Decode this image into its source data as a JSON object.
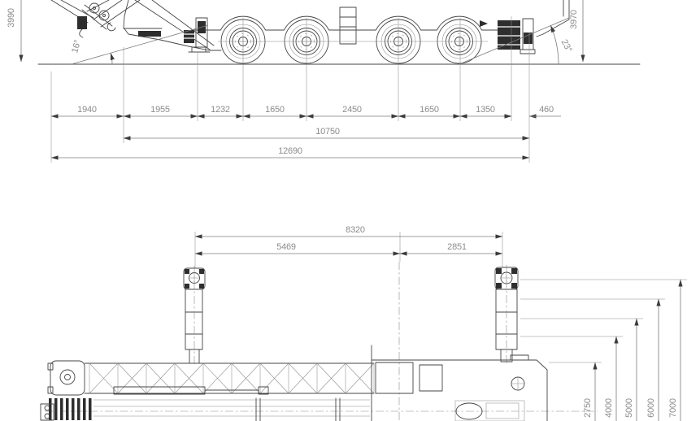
{
  "colors": {
    "background": "#ffffff",
    "drawing_line": "#454545",
    "dimension_line": "#7b7b7b",
    "dimension_text": "#8c8c8c",
    "dark_fill": "#2e2e2e"
  },
  "side_view": {
    "overall_height_left": "3990",
    "overall_height_right": "3970",
    "approach_angle": "16°",
    "departure_angle": "23°",
    "segments": [
      "1940",
      "1955",
      "1232",
      "1650",
      "2450",
      "1650",
      "1350",
      "460"
    ],
    "outrigger_base_length": "10750",
    "overall_length": "12690"
  },
  "plan_view": {
    "outrigger_span_longitudinal": "8320",
    "front_outrigger_to_center": "5469",
    "center_to_rear_outrigger": "2851",
    "support_width_stages": [
      "2750",
      "4000",
      "5000",
      "6000",
      "7000"
    ]
  }
}
